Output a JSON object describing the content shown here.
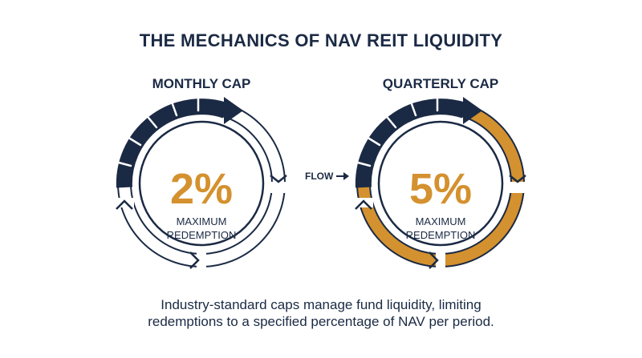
{
  "title": "THE MECHANICS OF NAV REIT LIQUIDITY",
  "colors": {
    "navy": "#1b2a44",
    "gold": "#d4912f",
    "white": "#ffffff"
  },
  "monthly": {
    "label": "MONTHLY CAP",
    "value": "2%",
    "line1": "MAXIMUM",
    "line2": "REDEMPTION"
  },
  "quarterly": {
    "label": "QUARTERLY CAP",
    "value": "5%",
    "line1": "MAXIMUM",
    "line2": "REDEMPTION"
  },
  "flow_label": "FLOW",
  "caption": {
    "line1": "Industry-standard caps manage fund liquidity, limiting",
    "line2": "redemptions to a specified percentage of NAV per period."
  }
}
